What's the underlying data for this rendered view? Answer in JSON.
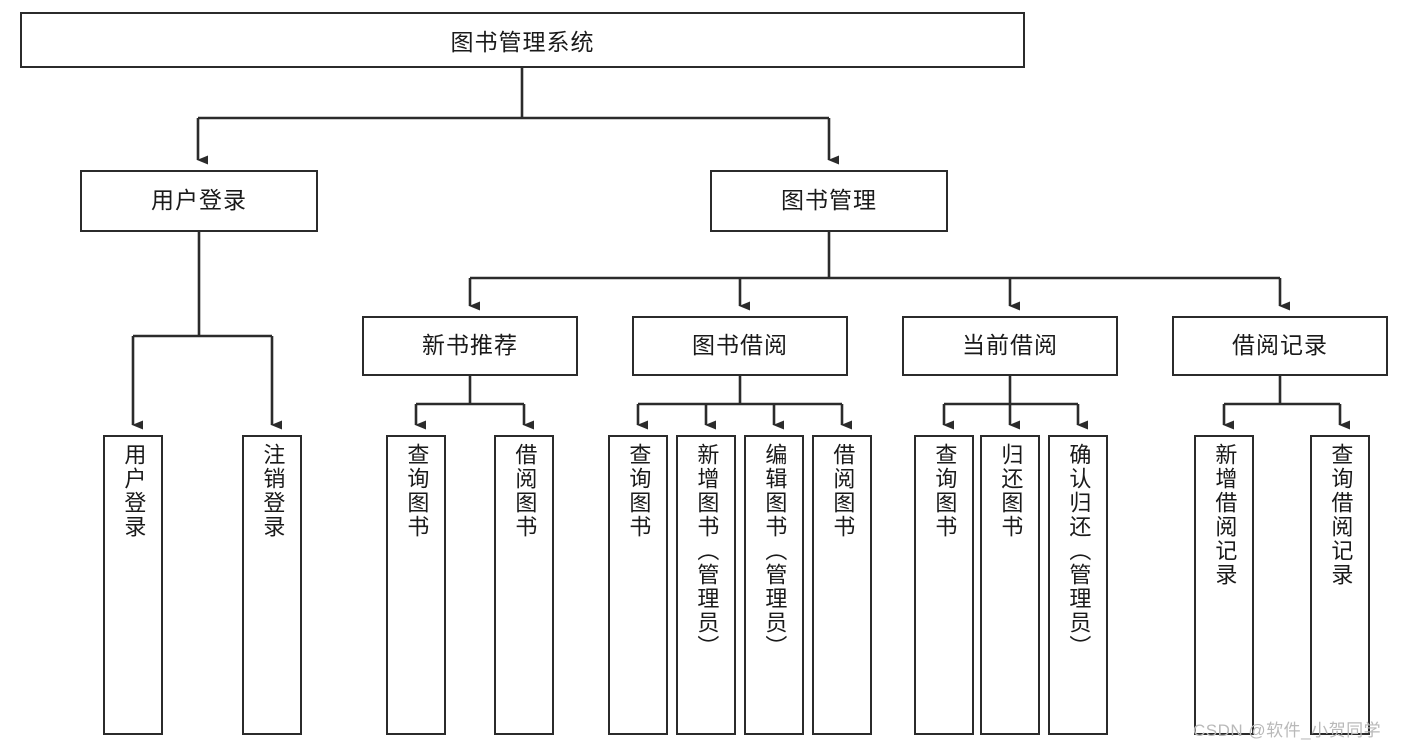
{
  "diagram": {
    "type": "tree",
    "title": "图书管理系统",
    "orientation": "top-down",
    "colors": {
      "box_border": "#2b2b2b",
      "box_fill": "#ffffff",
      "edge": "#2b2b2b",
      "text": "#1a1a1a",
      "watermark": "#b9b9b9",
      "background": "#ffffff"
    },
    "root": {
      "label": "图书管理系统"
    },
    "level2": [
      {
        "id": "user-login",
        "label": "用户登录"
      },
      {
        "id": "book-manage",
        "label": "图书管理"
      }
    ],
    "level3": [
      {
        "id": "new-book-recommend",
        "label": "新书推荐"
      },
      {
        "id": "book-borrow",
        "label": "图书借阅"
      },
      {
        "id": "current-borrow",
        "label": "当前借阅"
      },
      {
        "id": "borrow-record",
        "label": "借阅记录"
      }
    ],
    "leaves": {
      "user_login": [
        {
          "id": "leaf-user-login",
          "label": "用户登录"
        },
        {
          "id": "leaf-user-logout",
          "label": "注销登录"
        }
      ],
      "new_book_recommend": [
        {
          "id": "leaf-query-book-1",
          "label": "查询图书"
        },
        {
          "id": "leaf-borrow-book-1",
          "label": "借阅图书"
        }
      ],
      "book_borrow": [
        {
          "id": "leaf-query-book-2",
          "label": "查询图书"
        },
        {
          "id": "leaf-add-book",
          "label": "新增图书（管理员）"
        },
        {
          "id": "leaf-edit-book",
          "label": "编辑图书（管理员）"
        },
        {
          "id": "leaf-borrow-book-2",
          "label": "借阅图书"
        }
      ],
      "current_borrow": [
        {
          "id": "leaf-query-book-3",
          "label": "查询图书"
        },
        {
          "id": "leaf-return-book",
          "label": "归还图书"
        },
        {
          "id": "leaf-confirm-return",
          "label": "确认归还（管理员）"
        }
      ],
      "borrow_record": [
        {
          "id": "leaf-add-record",
          "label": "新增借阅记录"
        },
        {
          "id": "leaf-query-record",
          "label": "查询借阅记录"
        }
      ]
    }
  },
  "watermark": {
    "text": "CSDN @软件_小贺同学"
  }
}
